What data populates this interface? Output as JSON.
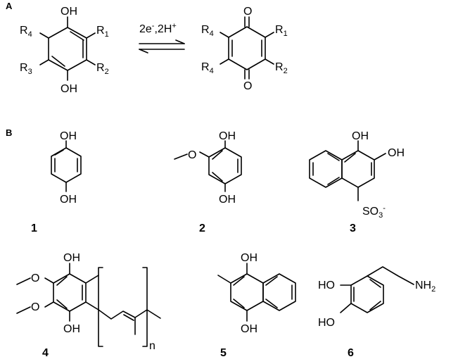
{
  "panels": {
    "a": "A",
    "b": "B"
  },
  "reaction": {
    "reagents": "2e",
    "minus": "-",
    "comma": ",2H",
    "plus": "+",
    "R": "R",
    "n1": "1",
    "n2": "2",
    "n3": "3",
    "n4": "4",
    "O": "O",
    "OH": "OH"
  },
  "compounds": {
    "c1": "1",
    "c2": "2",
    "c3": "3",
    "c4": "4",
    "c5": "5",
    "c6": "6",
    "OH": "OH",
    "SO": "SO",
    "SO_sub": "3",
    "SO_sup": "-",
    "NH": "NH",
    "NH_sub": "2",
    "n": "n"
  }
}
